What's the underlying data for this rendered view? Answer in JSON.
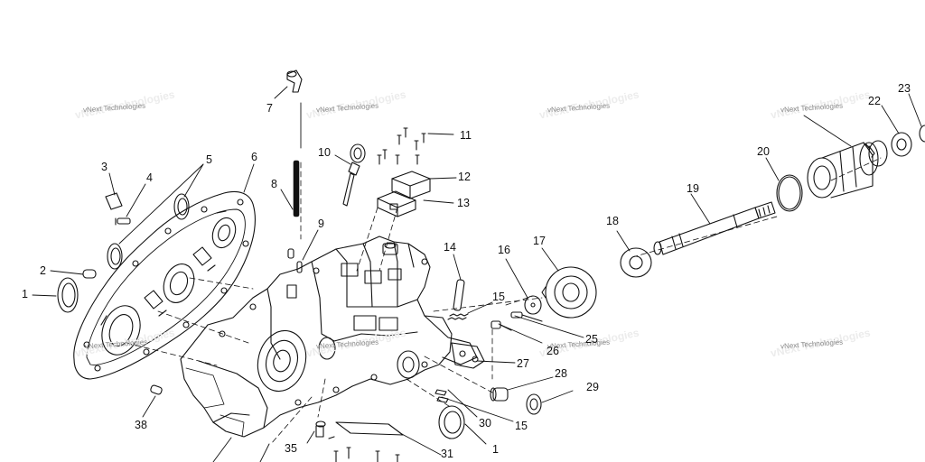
{
  "watermark": {
    "text": "vNext Technologies"
  },
  "callouts": [
    "1",
    "2",
    "3",
    "4",
    "5",
    "6",
    "7",
    "8",
    "9",
    "10",
    "11",
    "12",
    "13",
    "14",
    "15",
    "16",
    "17",
    "18",
    "19",
    "20",
    "22",
    "23",
    "25",
    "26",
    "27",
    "28",
    "29",
    "30",
    "15",
    "1",
    "31",
    "35",
    "38"
  ]
}
